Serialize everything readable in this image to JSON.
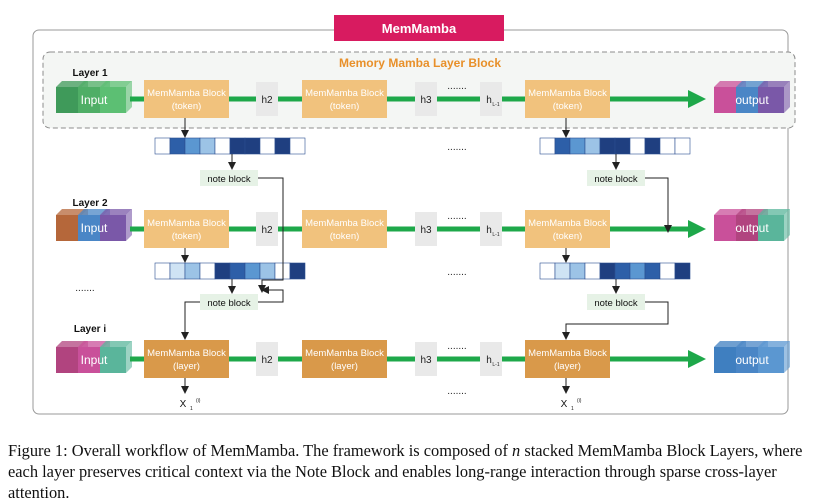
{
  "title": "MemMamba",
  "layer_block_title": "Memory Mamba Layer Block",
  "layers": [
    {
      "label": "Layer 1",
      "input": "Input",
      "output": "output",
      "blocks": [
        [
          "MemMamba Block",
          "(token)"
        ],
        [
          "MemMamba Block",
          "(token)"
        ],
        [
          "MemMamba Block",
          "(token)"
        ]
      ],
      "hiddens": [
        "h2",
        "h3",
        "h"
      ],
      "hidden_sub": "L-1",
      "dots": "......."
    },
    {
      "label": "Layer 2",
      "input": "Input",
      "output": "output",
      "blocks": [
        [
          "MemMamba Block",
          "(token)"
        ],
        [
          "MemMamba Block",
          "(token)"
        ],
        [
          "MemMamba Block",
          "(token)"
        ]
      ],
      "hiddens": [
        "h2",
        "h3",
        "h"
      ],
      "hidden_sub": "L-1",
      "dots": "......."
    },
    {
      "label": "Layer i",
      "input": "Input",
      "output": "output",
      "blocks": [
        [
          "MemMamba Block",
          "(layer)"
        ],
        [
          "MemMamba Block",
          "(layer)"
        ],
        [
          "MemMamba Block",
          "(layer)"
        ]
      ],
      "hiddens": [
        "h2",
        "h3",
        "h"
      ],
      "hidden_sub": "L-1",
      "dots": "......."
    }
  ],
  "note_block_label": "note block",
  "between_dots": ".......",
  "outputs_x": {
    "symbol": "X",
    "sub": "1",
    "sup": "(i)"
  },
  "colors": {
    "title_bg": "#d81b60",
    "block_token": "#f1c27d",
    "block_layer": "#d9994a",
    "arrow_green": "#1ea84a",
    "title_orange": "#e8902a",
    "note_bg": "#e6f2e6"
  },
  "caption": {
    "prefix": "Figure 1: Overall workflow of MemMamba. The framework is composed of ",
    "var": "n",
    "suffix": " stacked MemMamba Block Layers, where each layer preserves critical context via the Note Block and enables long-range interaction through sparse cross-layer attention."
  }
}
